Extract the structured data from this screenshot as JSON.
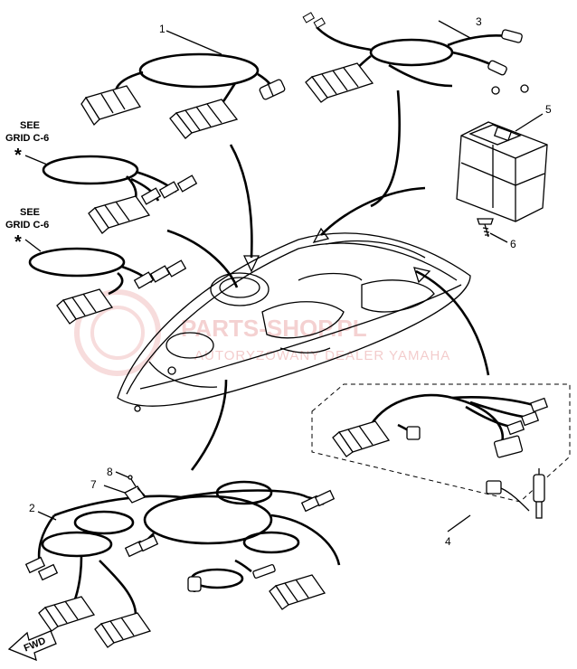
{
  "callouts": {
    "c1": "1",
    "c2": "2",
    "c3": "3",
    "c4": "4",
    "c5": "5",
    "c6": "6",
    "c7": "7",
    "c8": "8"
  },
  "see_grid_a": {
    "line1": "SEE",
    "line2": "GRID C-6",
    "mark": "*"
  },
  "see_grid_b": {
    "line1": "SEE",
    "line2": "GRID C-6",
    "mark": "*"
  },
  "fwd_label": "FWD",
  "watermark": {
    "main": "PARTS-SHOP.PL",
    "sub": "AUTORYZOWANY DEALER YAMAHA"
  }
}
